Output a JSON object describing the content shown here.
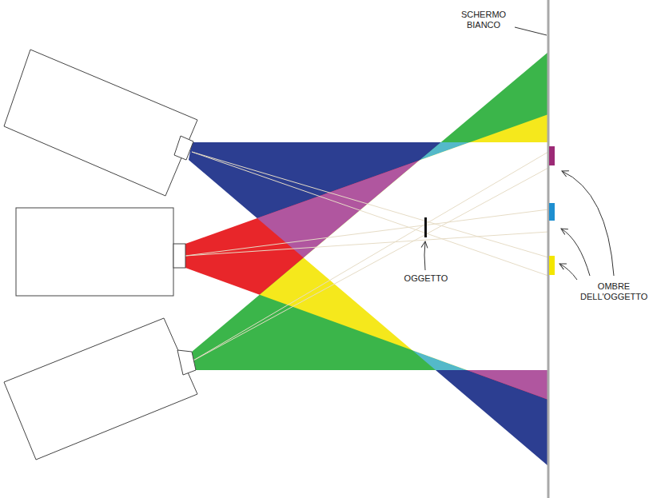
{
  "diagram": {
    "labels": [
      "SCHERMO BIANCO",
      "OGGETTO",
      "OMBRE DELL'OGGETTO"
    ]
  }
}
